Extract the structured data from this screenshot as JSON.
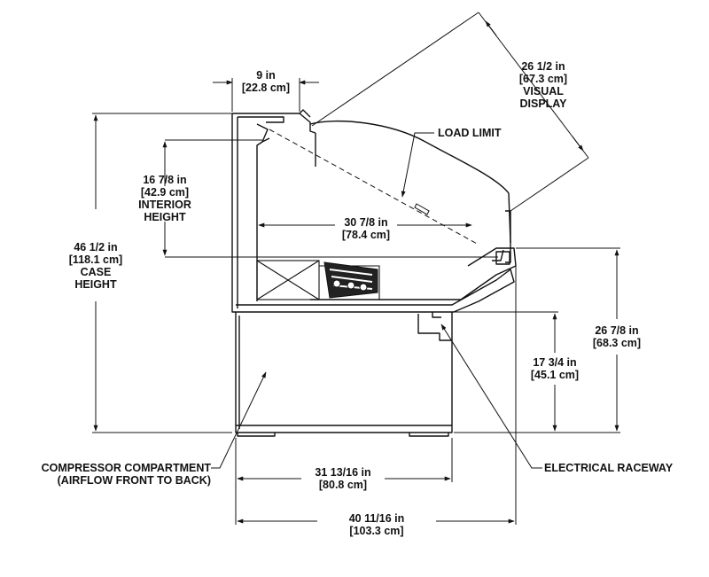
{
  "dimensions": {
    "top_width": {
      "line1": "9 in",
      "line2": "[22.8 cm]"
    },
    "visual_display": {
      "line1": "26 1/2 in",
      "line2": "[67.3 cm]",
      "line3": "VISUAL",
      "line4": "DISPLAY"
    },
    "load_limit": {
      "line1": "LOAD LIMIT"
    },
    "interior_height": {
      "line1": "16 7/8 in",
      "line2": "[42.9 cm]",
      "line3": "INTERIOR",
      "line4": "HEIGHT"
    },
    "interior_depth": {
      "line1": "30 7/8 in",
      "line2": "[78.4 cm]"
    },
    "case_height": {
      "line1": "46 1/2 in",
      "line2": "[118.1 cm]",
      "line3": "CASE",
      "line4": "HEIGHT"
    },
    "front_height": {
      "line1": "26 7/8 in",
      "line2": "[68.3 cm]"
    },
    "raceway_height": {
      "line1": "17 3/4 in",
      "line2": "[45.1 cm]"
    },
    "compressor": {
      "line1": "COMPRESSOR COMPARTMENT",
      "line2": "(AIRFLOW FRONT TO BACK)"
    },
    "electrical_raceway": {
      "line1": "ELECTRICAL RACEWAY"
    },
    "base_depth": {
      "line1": "31 13/16 in",
      "line2": "[80.8 cm]"
    },
    "overall_depth": {
      "line1": "40 11/16 in",
      "line2": "[103.3 cm]"
    }
  }
}
